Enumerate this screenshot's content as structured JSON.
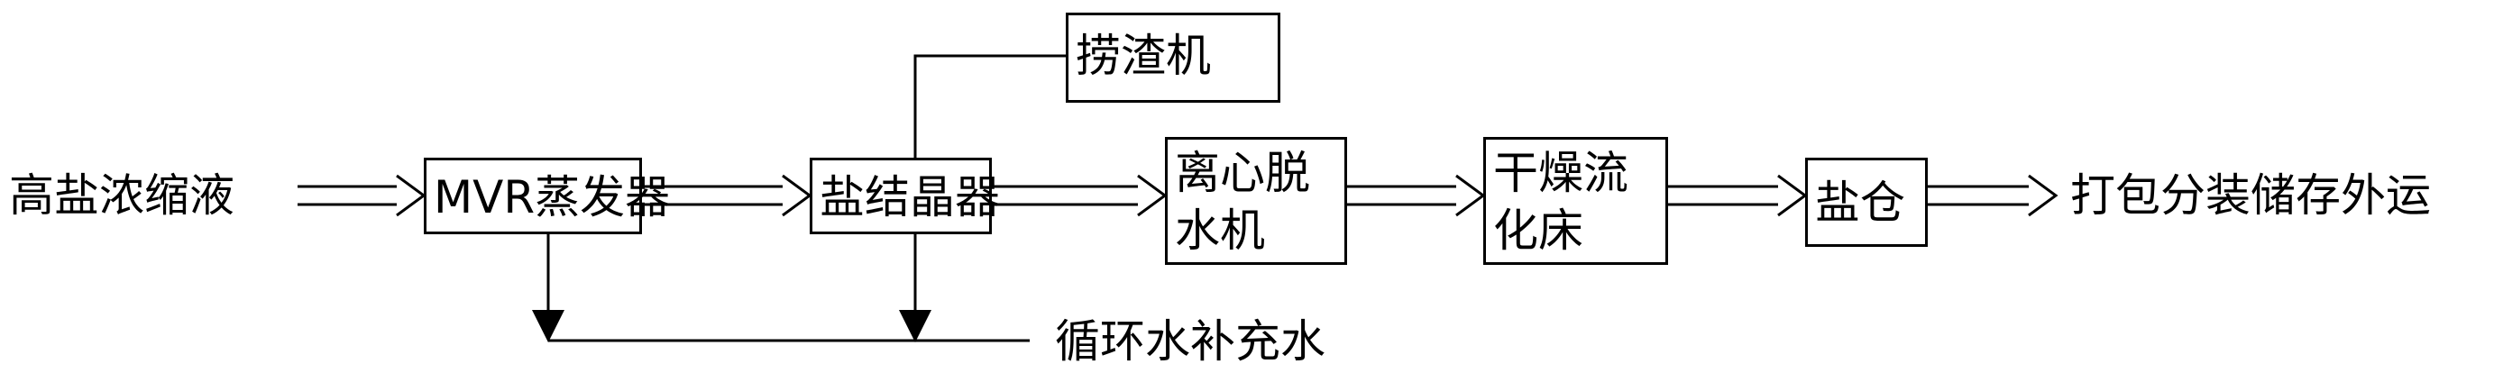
{
  "input": "高盐浓缩液",
  "nodes": {
    "mvr": "MVR蒸发器",
    "crystallizer": "盐结晶器",
    "skimmer": "捞渣机",
    "centrifuge_line1": "离心脱",
    "centrifuge_line2": "水机",
    "dryer_line1": "干燥流",
    "dryer_line2": "化床",
    "silo": "盐仓"
  },
  "output": "打包分装储存外运",
  "water": "循环水补充水",
  "colors": {
    "line": "#000000",
    "background": "#ffffff"
  }
}
